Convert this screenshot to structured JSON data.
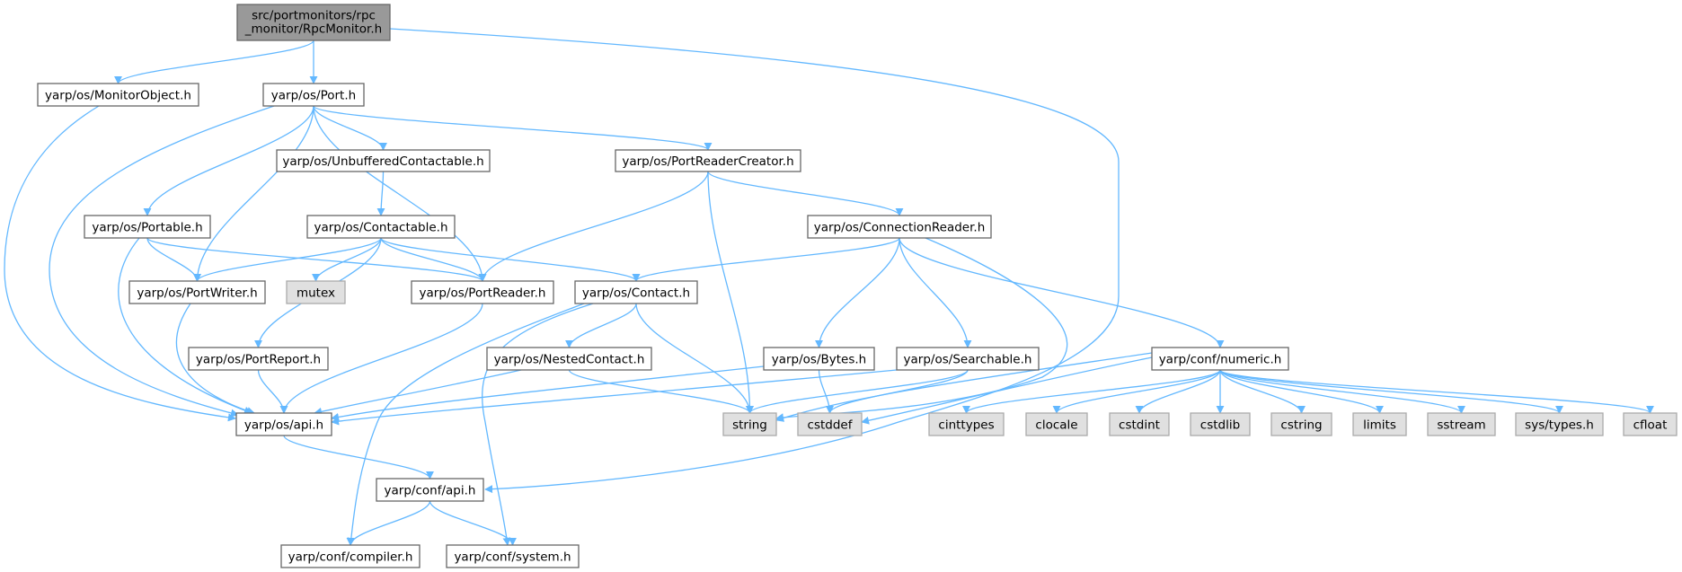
{
  "graph": {
    "colors": {
      "edge": "#63b8ff",
      "root_fill": "#999999",
      "external_fill": "#e0e0e0",
      "node_fill": "#ffffff"
    },
    "nodes": {
      "root": {
        "lines": [
          "src/portmonitors/rpc",
          "_monitor/RpcMonitor.h"
        ],
        "kind": "root"
      },
      "monitorobject": {
        "label": "yarp/os/MonitorObject.h"
      },
      "port": {
        "label": "yarp/os/Port.h"
      },
      "unbuffered": {
        "label": "yarp/os/UnbufferedContactable.h"
      },
      "portreadercreator": {
        "label": "yarp/os/PortReaderCreator.h"
      },
      "portable": {
        "label": "yarp/os/Portable.h"
      },
      "contactable": {
        "label": "yarp/os/Contactable.h"
      },
      "connectionreader": {
        "label": "yarp/os/ConnectionReader.h"
      },
      "portwriter": {
        "label": "yarp/os/PortWriter.h"
      },
      "mutex": {
        "label": "mutex",
        "kind": "ext"
      },
      "portreader": {
        "label": "yarp/os/PortReader.h"
      },
      "contact": {
        "label": "yarp/os/Contact.h"
      },
      "portreport": {
        "label": "yarp/os/PortReport.h"
      },
      "nestedcontact": {
        "label": "yarp/os/NestedContact.h"
      },
      "bytes": {
        "label": "yarp/os/Bytes.h"
      },
      "searchable": {
        "label": "yarp/os/Searchable.h"
      },
      "numeric": {
        "label": "yarp/conf/numeric.h"
      },
      "osapi": {
        "label": "yarp/os/api.h"
      },
      "string": {
        "label": "string",
        "kind": "ext"
      },
      "cstddef": {
        "label": "cstddef",
        "kind": "ext"
      },
      "cinttypes": {
        "label": "cinttypes",
        "kind": "ext"
      },
      "clocale": {
        "label": "clocale",
        "kind": "ext"
      },
      "cstdint": {
        "label": "cstdint",
        "kind": "ext"
      },
      "cstdlib": {
        "label": "cstdlib",
        "kind": "ext"
      },
      "cstring": {
        "label": "cstring",
        "kind": "ext"
      },
      "limits": {
        "label": "limits",
        "kind": "ext"
      },
      "sstream": {
        "label": "sstream",
        "kind": "ext"
      },
      "systypes": {
        "label": "sys/types.h",
        "kind": "ext"
      },
      "cfloat": {
        "label": "cfloat",
        "kind": "ext"
      },
      "confapi": {
        "label": "yarp/conf/api.h"
      },
      "compiler": {
        "label": "yarp/conf/compiler.h"
      },
      "system": {
        "label": "yarp/conf/system.h"
      }
    },
    "edges": [
      [
        "root",
        "monitorobject"
      ],
      [
        "root",
        "port"
      ],
      [
        "root",
        "confapi"
      ],
      [
        "monitorobject",
        "osapi"
      ],
      [
        "port",
        "osapi"
      ],
      [
        "port",
        "portable"
      ],
      [
        "port",
        "portwriter"
      ],
      [
        "port",
        "unbuffered"
      ],
      [
        "port",
        "portreader"
      ],
      [
        "port",
        "portreadercreator"
      ],
      [
        "unbuffered",
        "contactable"
      ],
      [
        "portreadercreator",
        "portreader"
      ],
      [
        "portreadercreator",
        "string"
      ],
      [
        "portreadercreator",
        "connectionreader"
      ],
      [
        "portable",
        "portwriter"
      ],
      [
        "portable",
        "osapi"
      ],
      [
        "portable",
        "portreader"
      ],
      [
        "contactable",
        "portwriter"
      ],
      [
        "contactable",
        "mutex"
      ],
      [
        "contactable",
        "portreader"
      ],
      [
        "contactable",
        "contact"
      ],
      [
        "contactable",
        "portreport"
      ],
      [
        "connectionreader",
        "contact"
      ],
      [
        "connectionreader",
        "bytes"
      ],
      [
        "connectionreader",
        "searchable"
      ],
      [
        "connectionreader",
        "string"
      ],
      [
        "connectionreader",
        "numeric"
      ],
      [
        "portwriter",
        "osapi"
      ],
      [
        "portreader",
        "osapi"
      ],
      [
        "contact",
        "nestedcontact"
      ],
      [
        "contact",
        "string"
      ],
      [
        "contact",
        "compiler"
      ],
      [
        "contact",
        "system"
      ],
      [
        "portreport",
        "osapi"
      ],
      [
        "nestedcontact",
        "osapi"
      ],
      [
        "nestedcontact",
        "string"
      ],
      [
        "bytes",
        "osapi"
      ],
      [
        "bytes",
        "cstddef"
      ],
      [
        "searchable",
        "osapi"
      ],
      [
        "searchable",
        "string"
      ],
      [
        "searchable",
        "cstddef"
      ],
      [
        "numeric",
        "string"
      ],
      [
        "numeric",
        "cstddef"
      ],
      [
        "numeric",
        "cinttypes"
      ],
      [
        "numeric",
        "clocale"
      ],
      [
        "numeric",
        "cstdint"
      ],
      [
        "numeric",
        "cstdlib"
      ],
      [
        "numeric",
        "cstring"
      ],
      [
        "numeric",
        "limits"
      ],
      [
        "numeric",
        "sstream"
      ],
      [
        "numeric",
        "systypes"
      ],
      [
        "numeric",
        "cfloat"
      ],
      [
        "osapi",
        "confapi"
      ],
      [
        "confapi",
        "compiler"
      ],
      [
        "confapi",
        "system"
      ]
    ]
  }
}
